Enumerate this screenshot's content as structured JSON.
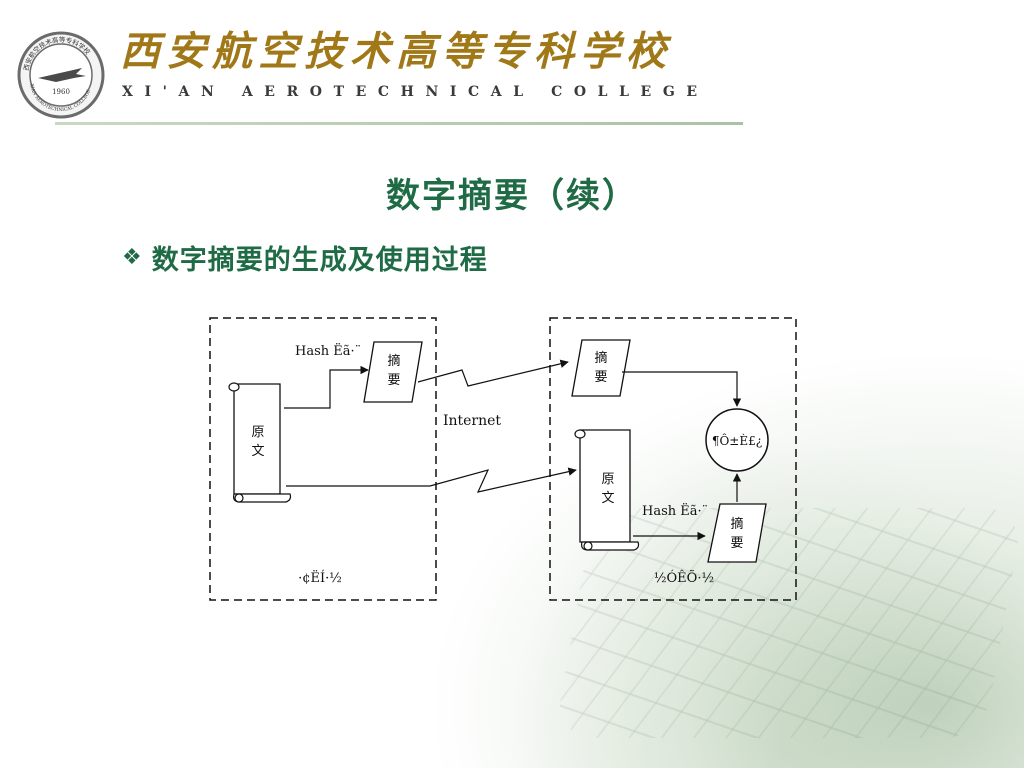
{
  "header": {
    "college_name_cn": "西安航空技术高等专科学校",
    "college_name_en": "XI'AN AEROTECHNICAL COLLEGE",
    "seal_text_top": "西安航空技术高等专科学校",
    "seal_text_bottom": "XIAN AEROTECHNICAL COLLEGE",
    "seal_year": "1960"
  },
  "slide": {
    "title": "数字摘要（续）",
    "bullet_icon": "diamond-bullet-icon",
    "bullet_text": "数字摘要的生成及使用过程"
  },
  "diagram": {
    "sender": {
      "hash_label": "Hash Ëã·¨",
      "digest_line1": "摘",
      "digest_line2": "要",
      "original_line1": "原",
      "original_line2": "文",
      "caption": "·¢ËÍ·½"
    },
    "network_label": "Internet",
    "receiver": {
      "digest_top_line1": "摘",
      "digest_top_line2": "要",
      "compare_label": "¶Ô±È£¿",
      "original_line1": "原",
      "original_line2": "文",
      "hash_label": "Hash Ëã·¨",
      "digest_bottom_line1": "摘",
      "digest_bottom_line2": "要",
      "caption": "½ÓÊÕ·½"
    }
  },
  "colors": {
    "title": "#1f6b45",
    "college_name": "#a07818",
    "rule": "#b7cdb1"
  }
}
